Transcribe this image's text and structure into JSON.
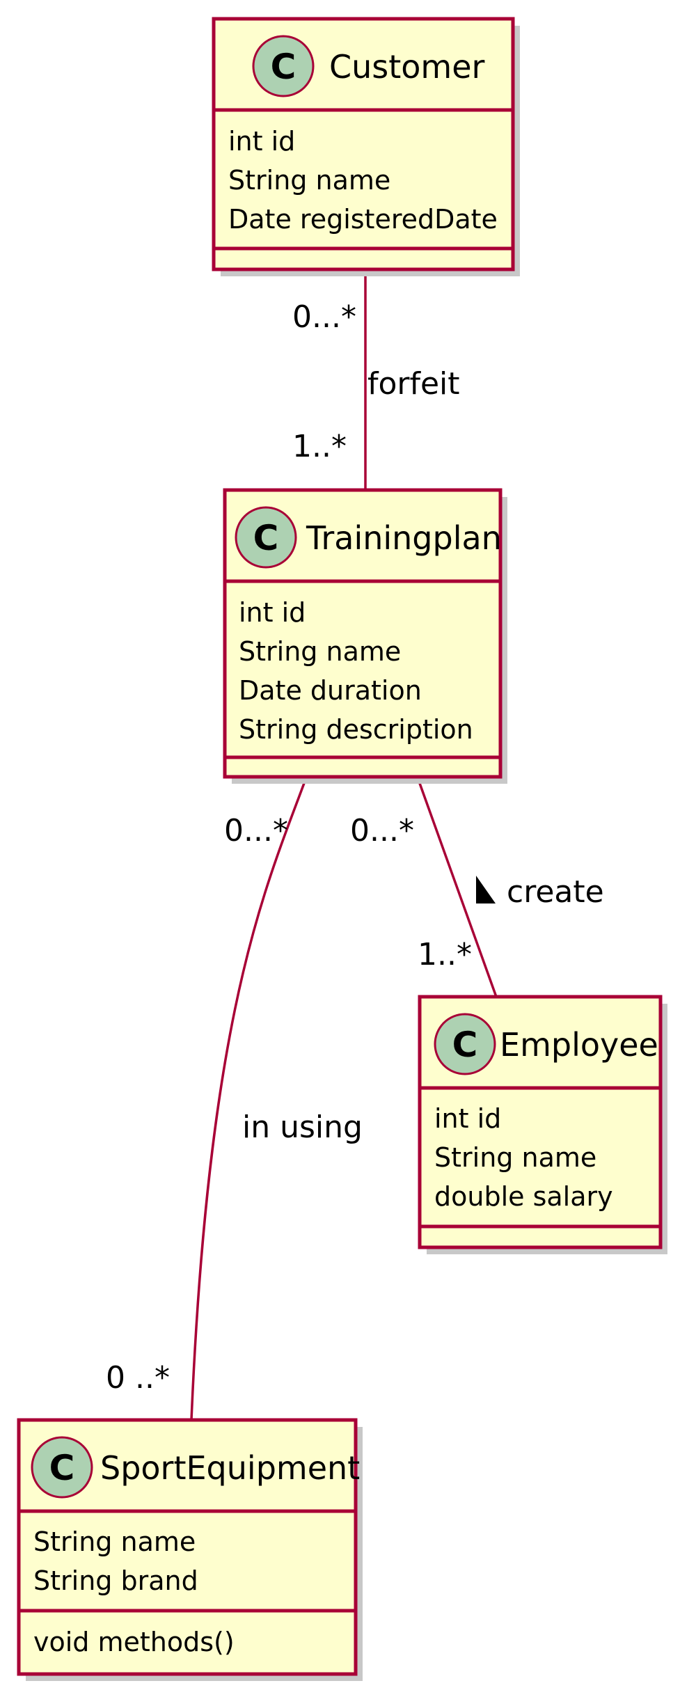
{
  "classes": {
    "customer": {
      "stereotype": "C",
      "name": "Customer",
      "attributes": [
        "int id",
        "String name",
        "Date registeredDate"
      ],
      "methods": []
    },
    "trainingplan": {
      "stereotype": "C",
      "name": "Trainingplan",
      "attributes": [
        "int id",
        "String name",
        "Date duration",
        "String description"
      ],
      "methods": []
    },
    "employee": {
      "stereotype": "C",
      "name": "Employee",
      "attributes": [
        "int id",
        "String name",
        "double salary"
      ],
      "methods": []
    },
    "sportequipment": {
      "stereotype": "C",
      "name": "SportEquipment",
      "attributes": [
        "String name",
        "String brand"
      ],
      "methods": [
        "void methods()"
      ]
    }
  },
  "relations": {
    "forfeit": {
      "from": "Customer",
      "to": "Trainingplan",
      "label": "forfeit",
      "from_multiplicity": "0...*",
      "to_multiplicity": "1..*"
    },
    "create": {
      "from": "Trainingplan",
      "to": "Employee",
      "label": "create",
      "direction_marker": "◀",
      "from_multiplicity": "0...*",
      "to_multiplicity": "1..*"
    },
    "in_using": {
      "from": "Trainingplan",
      "to": "SportEquipment",
      "label": "in using",
      "from_multiplicity": "0...*",
      "to_multiplicity": "0 ..*"
    }
  },
  "colors": {
    "class_fill": "#fefece",
    "border": "#a80036",
    "stereotype_circle": "#add1b2",
    "shadow": "#c8c8c8"
  }
}
